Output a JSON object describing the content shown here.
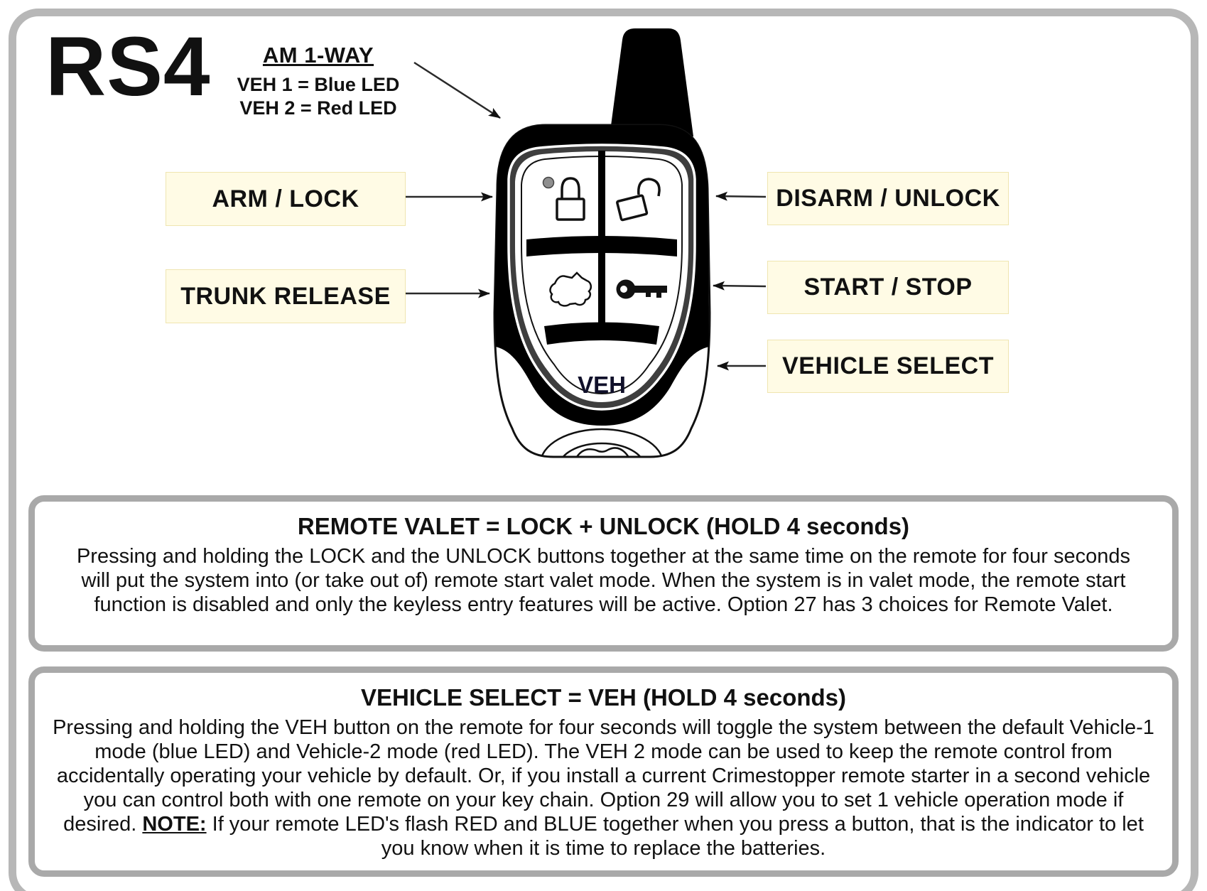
{
  "page": {
    "product_name": "RS4",
    "remote_type": {
      "title": "AM 1-WAY",
      "line1": "VEH 1 = Blue LED",
      "line2": "VEH 2 = Red LED"
    },
    "callouts": {
      "arm_lock": "ARM / LOCK",
      "trunk_release": "TRUNK RELEASE",
      "disarm_unlock": "DISARM / UNLOCK",
      "start_stop": "START / STOP",
      "vehicle_select": "VEHICLE SELECT"
    },
    "remote": {
      "veh_button_label": "VEH"
    },
    "info_boxes": {
      "remote_valet": {
        "title": "REMOTE VALET = LOCK + UNLOCK (HOLD 4 seconds)",
        "body": "Pressing and holding the LOCK and the UNLOCK buttons together at the same time on the remote for four seconds will put the system into (or take out of) remote start valet mode. When the system is in valet mode, the remote start function is disabled and only the keyless entry features will be active. Option 27 has 3 choices for Remote Valet."
      },
      "vehicle_select": {
        "title": "VEHICLE SELECT = VEH (HOLD 4 seconds)",
        "body_start": "Pressing and holding the VEH button on the remote for four seconds will toggle the system between the default Vehicle-1 mode (blue LED) and Vehicle-2 mode (red LED). The VEH 2 mode can be used to keep the remote control from accidentally operating your vehicle by default. Or, if you install a current Crimestopper remote starter in a second vehicle you can control both with one remote on your key chain. Option 29 will allow you to set 1 vehicle operation mode if desired.",
        "note_label": "NOTE:",
        "body_end": "If your remote LED's flash RED and BLUE together when you press a button, that is the indicator to let you know when it is time to replace the batteries."
      }
    },
    "colors": {
      "callout_bg": "#FFFBE5",
      "callout_border": "#EFE5B0",
      "page_border": "#B7B7B7",
      "info_box_border": "#A9A9A9",
      "led_indicator": "#8F8F8F",
      "remote_body": "#000000"
    }
  }
}
